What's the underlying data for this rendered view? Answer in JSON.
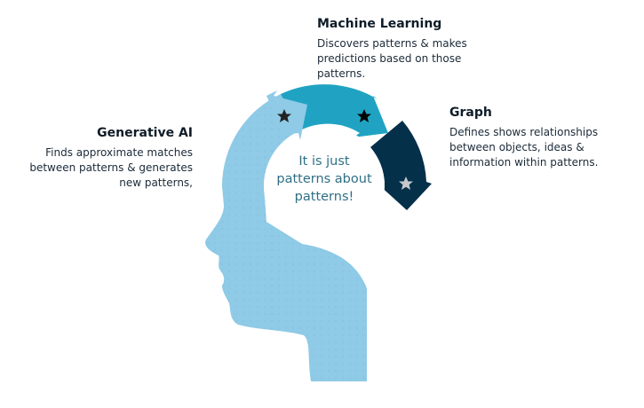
{
  "machine_learning": {
    "title": "Machine Learning",
    "lines": [
      "Discovers patterns & makes",
      "predictions based on those",
      "patterns."
    ]
  },
  "generative_ai": {
    "title": "Generative AI",
    "lines": [
      "Finds approximate matches",
      "between patterns & generates",
      "new patterns,"
    ]
  },
  "graph": {
    "title": "Graph",
    "lines": [
      "Defines shows relationships",
      "between objects, ideas &",
      "information within patterns."
    ]
  },
  "center": {
    "lines": [
      "It is just",
      "patterns about",
      "patterns!"
    ]
  },
  "colors": {
    "head": "#8fcae6",
    "teal": "#20a3c3",
    "dark": "#05304a",
    "star_dark": "#222222",
    "star_grey": "#c5c8cc"
  }
}
